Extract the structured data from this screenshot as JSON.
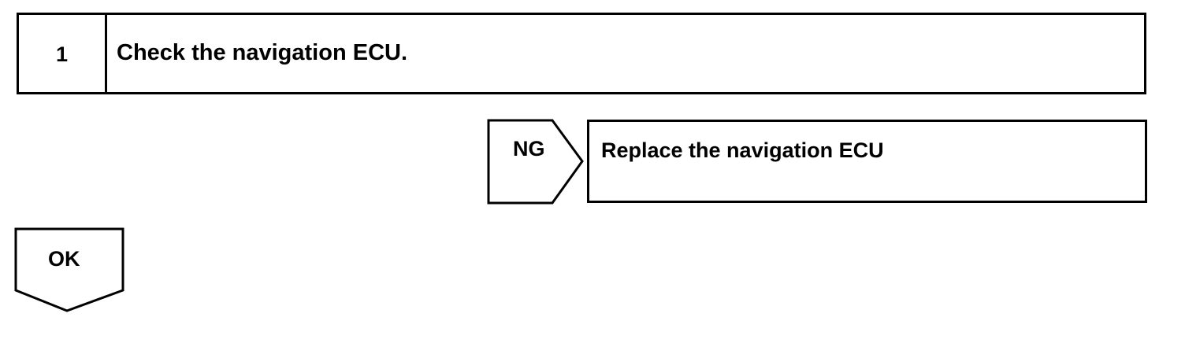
{
  "step": {
    "number": "1",
    "title": "Check the navigation ECU."
  },
  "ng_branch": {
    "label": "NG",
    "action": "Replace the navigation ECU"
  },
  "ok_branch": {
    "label": "OK"
  }
}
